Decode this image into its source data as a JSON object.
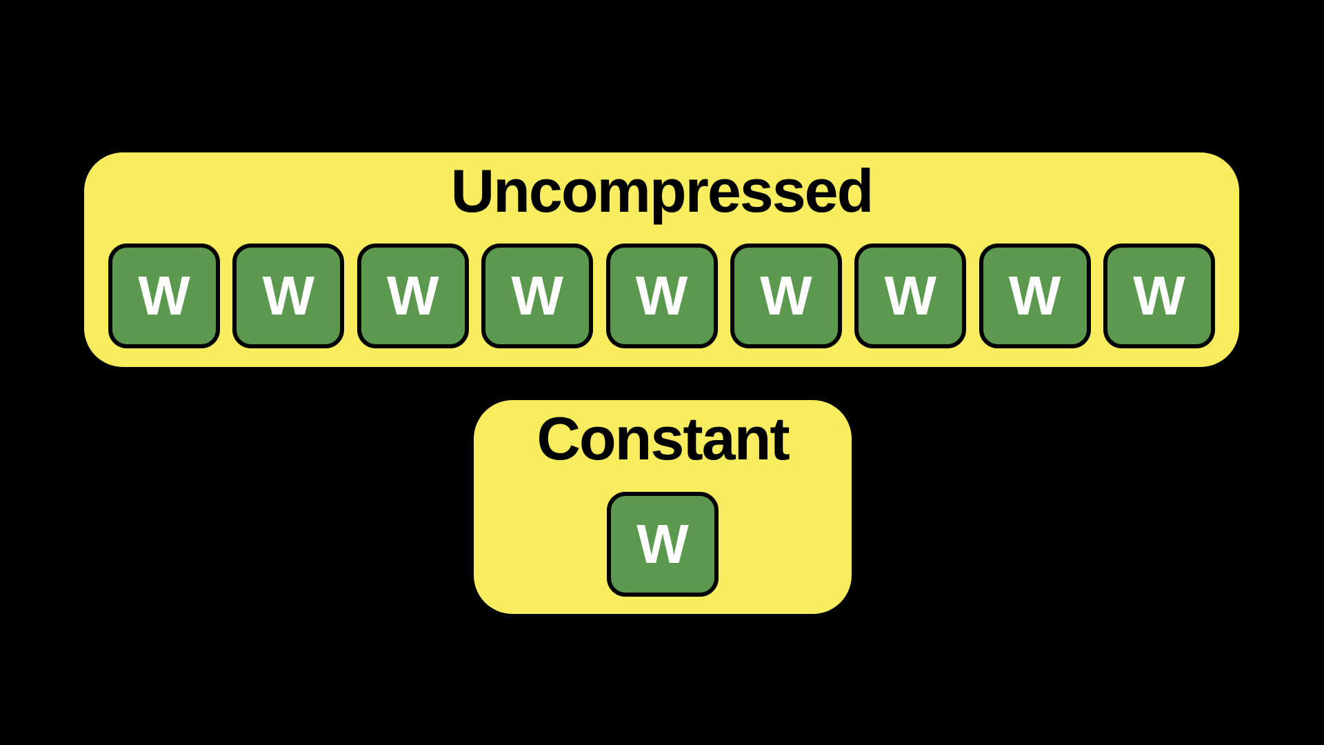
{
  "colors": {
    "background": "#000000",
    "container_fill": "#F8EC5F",
    "cell_fill": "#5B9A4E",
    "cell_border": "#000000",
    "cell_text": "#FFFFFF",
    "title_text": "#000000"
  },
  "diagram": {
    "uncompressed": {
      "label": "Uncompressed",
      "cell_count": 9,
      "cells": [
        "W",
        "W",
        "W",
        "W",
        "W",
        "W",
        "W",
        "W",
        "W"
      ]
    },
    "constant": {
      "label": "Constant",
      "cell_count": 1,
      "cells": [
        "W"
      ]
    }
  }
}
